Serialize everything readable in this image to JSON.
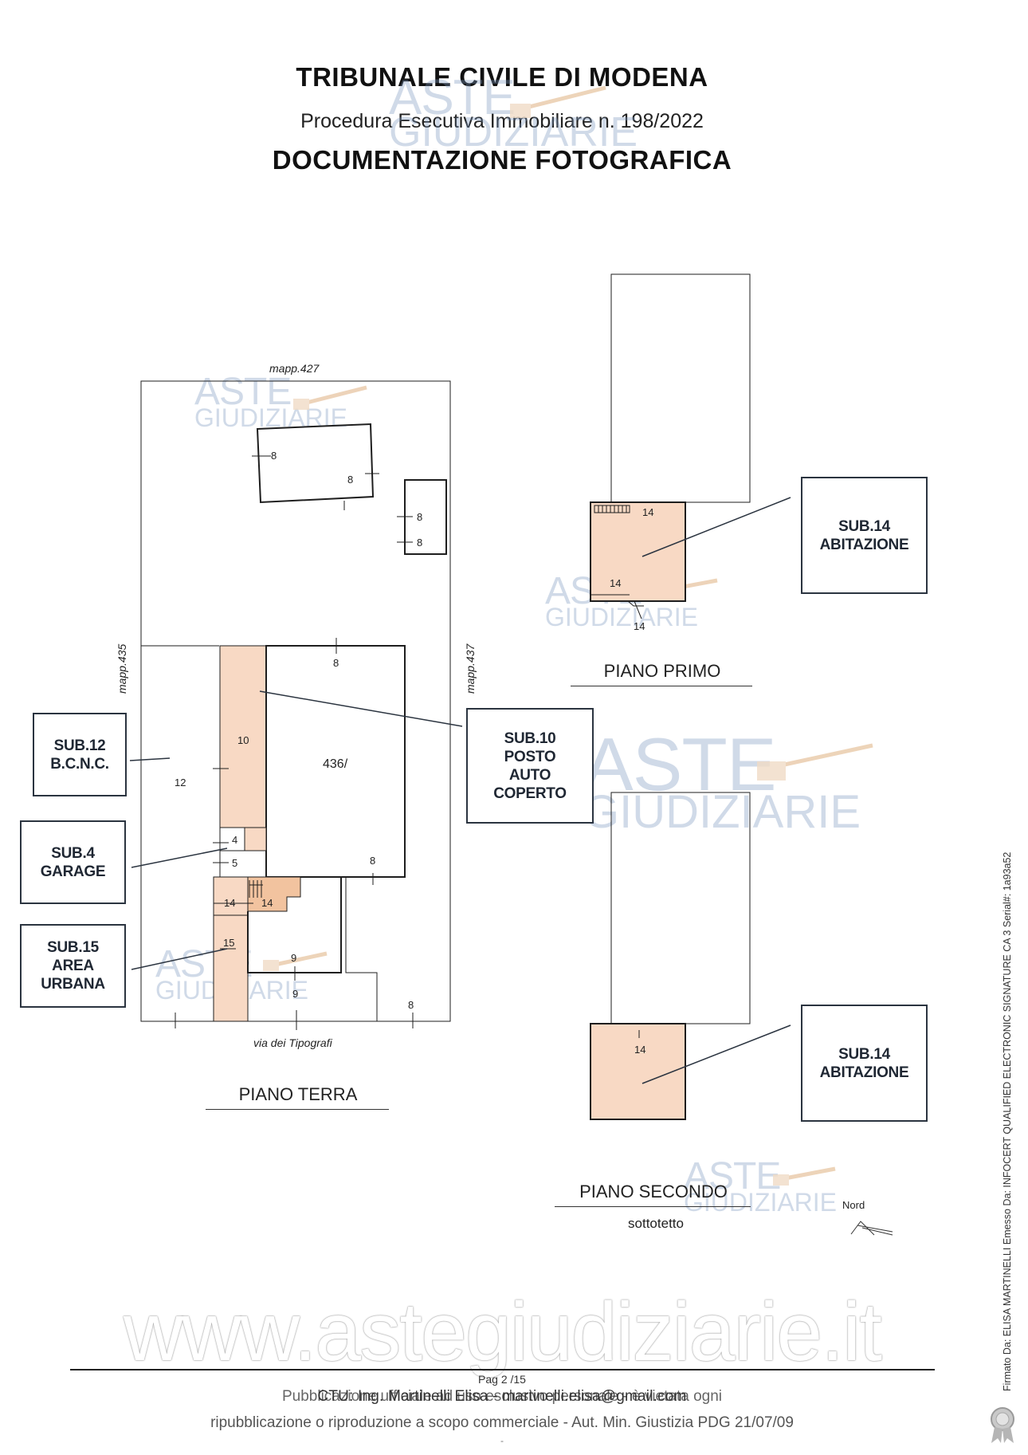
{
  "header": {
    "title": "TRIBUNALE CIVILE DI MODENA",
    "procedure": "Procedura Esecutiva Immobiliare n. 198/2022",
    "doc_title": "DOCUMENTAZIONE FOTOGRAFICA"
  },
  "ground_floor": {
    "caption": "PIANO TERRA",
    "street": "via dei Tipografi",
    "mapp_top": "mapp.427",
    "mapp_left": "mapp.435",
    "mapp_right": "mapp.437",
    "parcel": "436/",
    "labels": {
      "n8_a": "8",
      "n8_b": "8",
      "n8_c": "8",
      "n8_d": "8",
      "n8_e": "8",
      "n8_f": "8",
      "n8_g": "8",
      "n10": "10",
      "n12": "12",
      "n4": "4",
      "n5": "5",
      "n14_a": "14",
      "n14_b": "14",
      "n15": "15",
      "n9_a": "9",
      "n9_b": "9"
    }
  },
  "first_floor": {
    "caption": "PIANO PRIMO",
    "labels": {
      "n14_a": "14",
      "n14_b": "14",
      "n14_c": "14"
    }
  },
  "second_floor": {
    "caption": "PIANO SECONDO",
    "subcaption": "sottotetto",
    "labels": {
      "n14": "14"
    }
  },
  "north_label": "Nord",
  "sub_boxes": {
    "sub12": [
      "SUB.12",
      "B.C.N.C."
    ],
    "sub4": [
      "SUB.4",
      "GARAGE"
    ],
    "sub15": [
      "SUB.15",
      "AREA",
      "URBANA"
    ],
    "sub10": [
      "SUB.10",
      "POSTO",
      "AUTO",
      "COPERTO"
    ],
    "sub14_first": [
      "SUB.14",
      "ABITAZIONE"
    ],
    "sub14_second": [
      "SUB.14",
      "ABITAZIONE"
    ]
  },
  "watermark": {
    "aste": "ASTE",
    "giudiziarie": "GIUDIZIARIE",
    "url": "www.astegiudiziarie.it"
  },
  "footer": {
    "page": "Pag 2 /15",
    "line1_a": "Pubblicazione ufficiale ad uso esclusivo personale - è vietata ogni",
    "line1_b": "CTU: Ing. Martinelli Elisa  -  martinelli.elisa@gmail.com",
    "line2": "ripubblicazione o riproduzione a scopo commerciale - Aut. Min. Giustizia PDG 21/07/09",
    "dash": "-"
  },
  "signature": "Firmato Da: ELISA MARTINELLI Emesso Da: INFOCERT QUALIFIED ELECTRONIC SIGNATURE CA 3 Serial#: 1a93a52",
  "colors": {
    "salmon": "#f8d9c4",
    "salmon_dark": "#f2c39f",
    "line": "#1e1e1e",
    "box_border": "#2b3440"
  }
}
